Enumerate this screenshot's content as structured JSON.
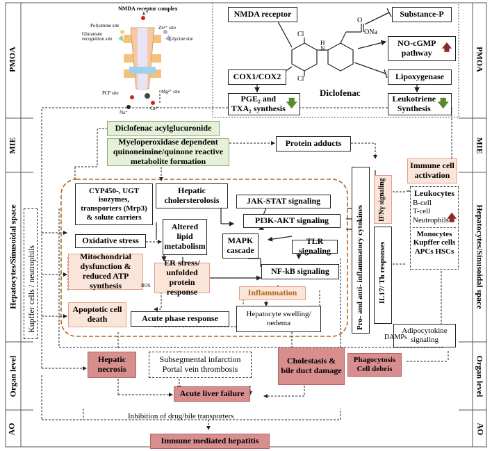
{
  "sections": {
    "pmoa": "PMOA",
    "mie": "MIE",
    "hepato": "Hepatocytes/Sinusoidal space",
    "organ": "Organ level",
    "ao": "AO"
  },
  "receptor": {
    "title": "NMDA receptor complex",
    "k": "K⁺",
    "zn": "Zn²⁺ site",
    "polyamine": "Polyamine site",
    "glutamate": "Glutamate recognition site",
    "glycine": "Glycine site",
    "pcp": "PCP site",
    "mg": "Mg²⁺ site",
    "na": "Na⁺",
    "ca": "Ca²⁺"
  },
  "drug": {
    "nmda": "NMDA receptor",
    "substance_p": "Substance-P",
    "no_cgmp": "NO-cGMP pathway",
    "cox": "COX1/COX2",
    "lipoxygenase": "Lipoxygenase",
    "pge2": "PGE₂ and TXA₂ synthesis",
    "leukotriene": "Leukotriene Synthesis",
    "name": "Diclofenac",
    "cl_top": "Cl",
    "cl_bottom": "Cl",
    "nh": "H\nN",
    "o": "O",
    "ona": "ONa"
  },
  "mie": {
    "acylglucuronide": "Diclofenac acylglucuronide",
    "myeloperoxidase": "Myeloperoxidase dependent quinoneimine/quinone reactive metabolite formation",
    "protein_adducts": "Protein adducts",
    "immune_activation": "Immune cell activation"
  },
  "hepato": {
    "kupffer": "Kupffer cells / neutrophils",
    "cyp450": "CYP450-, UGT isozymes, transporters (Mrp3) & solute carriers",
    "cholesterolosis": "Hepatic cholersterolosis",
    "jak": "JAK-STAT signaling",
    "pi3k": "PI3K-AKT signaling",
    "oxidative": "Oxidative stress",
    "lipid": "Altered lipid metabolism",
    "mapk": "MAPK cascade",
    "tlr": "TLR signaling",
    "mito": "Mitochondrial dysfunction & reduced ATP synthesis",
    "er": "ER stress/ unfolded protein response",
    "ros": "ROS",
    "nfkb": "NF-kB signaling",
    "inflammation": "Inflammation",
    "apoptotic": "Apoptotic cell death",
    "acute_phase": "Acute phase response",
    "swelling": "Hepatocyte swelling/ oedema",
    "cytokines": "Pro- and anti- inflammatory cytokines",
    "ifn": "IFNγ signaling",
    "il17": "IL17/ Th responses",
    "leukocytes": "Leukocytes",
    "bcell": "B-cell",
    "tcell": "T-cell",
    "neutrophils": "Neutrophils",
    "monocytes": "Monocytes Kupffer cells APCs HSCs",
    "adipocytokine": "Adipocytokine signaling",
    "damps": "DAMPs"
  },
  "organ": {
    "necrosis": "Hepatic necrosis",
    "infarction": "Subsegmental infarction Portal vein thrombosis",
    "cholestasis": "Cholestasis & bile duct damage",
    "phagocytosis": "Phagocytosis Cell debris",
    "alf": "Acute liver failure"
  },
  "ao": {
    "inhibition": "Inhibition of drug/bile transporters",
    "immune_hepatitis": "Immune mediated hepatitis"
  },
  "colors": {
    "green_fill": "#e6f0d8",
    "pink_fill": "#fbe4d8",
    "red_fill": "#d98e8e",
    "orange_dash": "#b5651d",
    "up_arrow": "#8b2a2a",
    "down_arrow": "#5a8a2a"
  }
}
